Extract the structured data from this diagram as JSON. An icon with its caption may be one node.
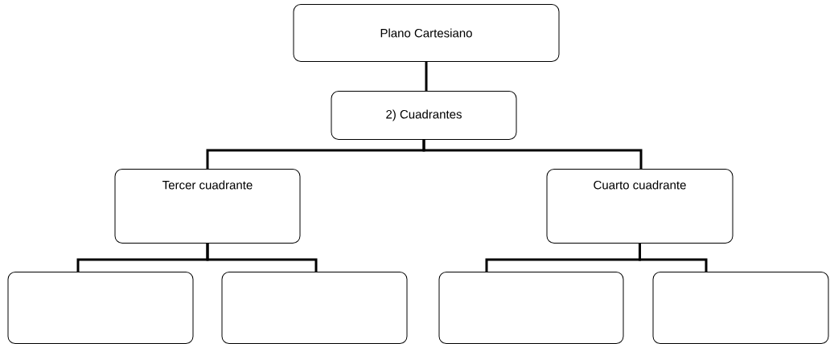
{
  "diagram": {
    "nodes": [
      {
        "text": [
          "Plano Cartesiano"
        ]
      },
      {
        "text": [
          "2) Cuadrantes"
        ]
      },
      {
        "text": [
          "Tercer cuadrante"
        ]
      },
      {
        "text": [
          "Cuarto cuadrante"
        ]
      },
      {
        "text": [],
        "shape": "box"
      },
      {
        "text": [],
        "shape": "box"
      },
      {
        "text": [],
        "shape": "box"
      },
      {
        "text": [],
        "shape": "box"
      }
    ],
    "edges": [
      {
        "from": 0,
        "to": 1,
        "arrow": "none"
      },
      {
        "from": 1,
        "to": 2,
        "arrow": "none"
      },
      {
        "from": 1,
        "to": 3,
        "arrow": "none"
      },
      {
        "from": 2,
        "to": 4,
        "arrow": "none"
      },
      {
        "from": 2,
        "to": 5,
        "arrow": "none"
      },
      {
        "from": 3,
        "to": 6,
        "arrow": "none"
      },
      {
        "from": 3,
        "to": 7,
        "arrow": "none"
      }
    ]
  }
}
